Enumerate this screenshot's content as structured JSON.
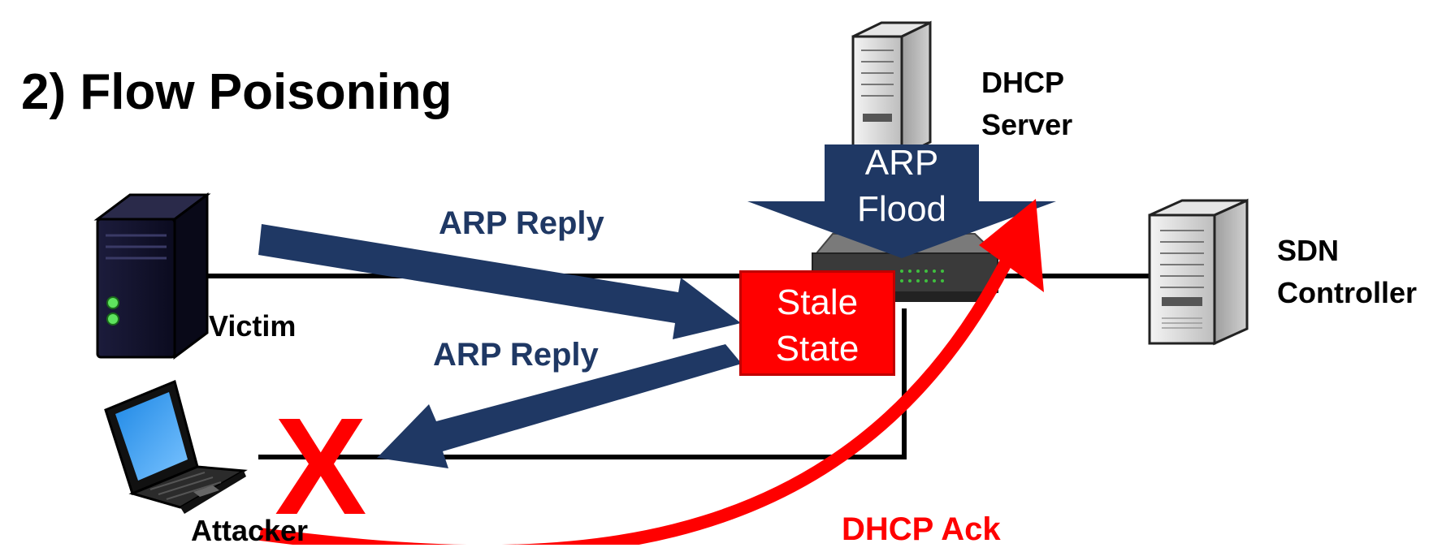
{
  "title": "2) Flow Poisoning",
  "nodes": {
    "victim": "Victim",
    "attacker": "Attacker",
    "dhcp_server": [
      "DHCP",
      "Server"
    ],
    "sdn_controller": [
      "SDN",
      "Controller"
    ]
  },
  "messages": {
    "arp_reply_top": "ARP Reply",
    "arp_reply_bottom": "ARP Reply",
    "arp_flood": [
      "ARP",
      "Flood"
    ],
    "dhcp_ack": "DHCP Ack",
    "blocked_mark": "X"
  },
  "switch_state": [
    "Stale",
    "State"
  ],
  "colors": {
    "message_arrow": "#1f3864",
    "attack_arrow": "#ff0000",
    "stale_state": "#ff0000",
    "link": "#000000"
  },
  "icons": {
    "victim": "tower-server-icon",
    "attacker": "laptop-icon",
    "dhcp_server": "server-icon",
    "sdn_controller": "server-icon",
    "switch": "network-switch-icon"
  }
}
